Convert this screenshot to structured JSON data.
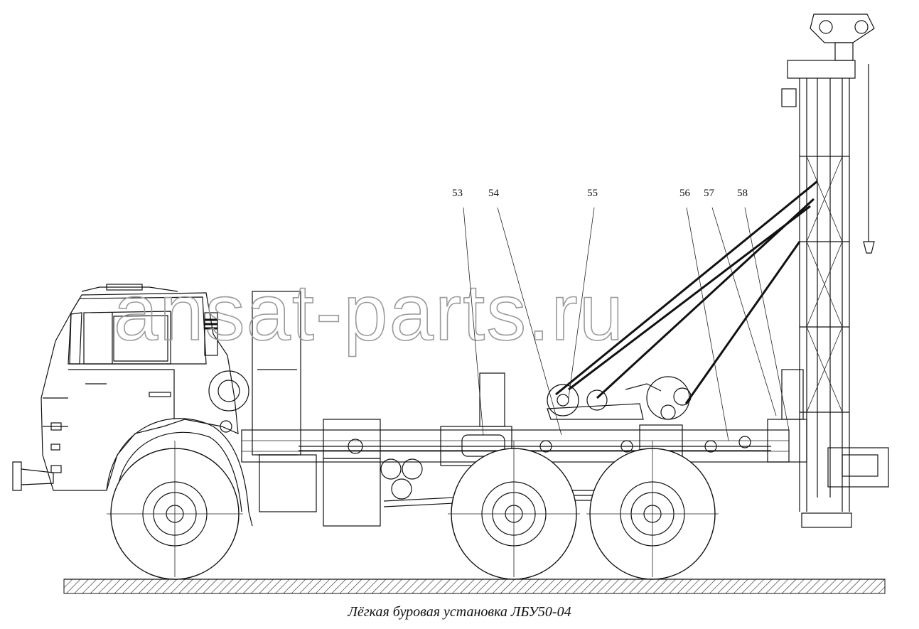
{
  "watermark": "ansat-parts.ru",
  "callouts": [
    "53",
    "54",
    "55",
    "56",
    "57",
    "58"
  ],
  "caption": "Лёгкая буровая установка ЛБУ50-04"
}
